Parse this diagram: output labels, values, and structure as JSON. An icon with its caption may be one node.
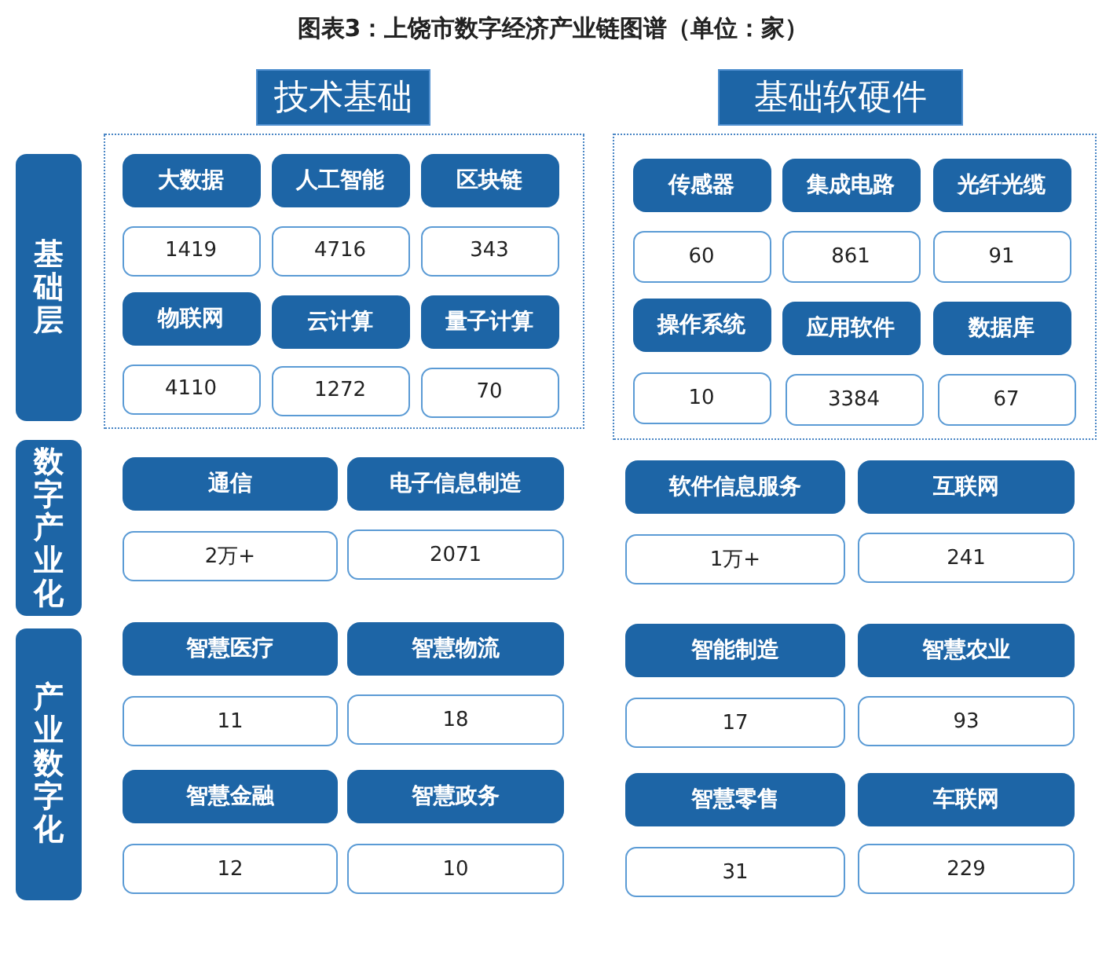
{
  "diagram": {
    "title": "图表3：上饶市数字经济产业链图谱（单位：家）",
    "nodes": [
      {
        "text": [
          "技术基础"
        ]
      },
      {
        "text": [
          "基础软硬件"
        ]
      },
      {
        "text": [
          "基础层"
        ]
      },
      {
        "text": [],
        "shape": "box"
      },
      {
        "text": [
          "大数据"
        ],
        "in": 3
      },
      {
        "text": [
          "人工智能"
        ],
        "in": 3
      },
      {
        "text": [
          "区块链"
        ],
        "in": 3
      },
      {
        "text": [
          "1419"
        ],
        "in": 3
      },
      {
        "text": [
          "4716"
        ],
        "in": 3
      },
      {
        "text": [
          "343"
        ],
        "in": 3
      },
      {
        "text": [
          "物联网"
        ],
        "in": 3
      },
      {
        "text": [
          "云计算"
        ],
        "in": 3
      },
      {
        "text": [
          "量子计算"
        ],
        "in": 3
      },
      {
        "text": [
          "4110"
        ],
        "in": 3
      },
      {
        "text": [
          "1272"
        ],
        "in": 3
      },
      {
        "text": [
          "70"
        ],
        "in": 3
      },
      {
        "text": [],
        "shape": "box"
      },
      {
        "text": [
          "传感器"
        ],
        "in": 16
      },
      {
        "text": [
          "集成电路"
        ],
        "in": 16
      },
      {
        "text": [
          "光纤光缆"
        ],
        "in": 16
      },
      {
        "text": [
          "60"
        ],
        "in": 16
      },
      {
        "text": [
          "861"
        ],
        "in": 16
      },
      {
        "text": [
          "91"
        ],
        "in": 16
      },
      {
        "text": [
          "操作系统"
        ],
        "in": 16
      },
      {
        "text": [
          "应用软件"
        ],
        "in": 16
      },
      {
        "text": [
          "数据库"
        ],
        "in": 16
      },
      {
        "text": [
          "10"
        ],
        "in": 16
      },
      {
        "text": [
          "3384"
        ],
        "in": 16
      },
      {
        "text": [
          "67"
        ],
        "in": 16
      },
      {
        "text": [
          "数字产业化"
        ]
      },
      {
        "text": [
          "通信"
        ]
      },
      {
        "text": [
          "电子信息制造"
        ]
      },
      {
        "text": [
          "软件信息服务"
        ]
      },
      {
        "text": [
          "互联网"
        ]
      },
      {
        "text": [
          "2万+"
        ]
      },
      {
        "text": [
          "2071"
        ]
      },
      {
        "text": [
          "1万+"
        ]
      },
      {
        "text": [
          "241"
        ]
      },
      {
        "text": [
          "产业数字化"
        ]
      },
      {
        "text": [
          "智慧医疗"
        ]
      },
      {
        "text": [
          "智慧物流"
        ]
      },
      {
        "text": [
          "智能制造"
        ]
      },
      {
        "text": [
          "智慧农业"
        ]
      },
      {
        "text": [
          "11"
        ]
      },
      {
        "text": [
          "18"
        ]
      },
      {
        "text": [
          "17"
        ]
      },
      {
        "text": [
          "93"
        ]
      },
      {
        "text": [
          "智慧金融"
        ]
      },
      {
        "text": [
          "智慧政务"
        ]
      },
      {
        "text": [
          "智慧零售"
        ]
      },
      {
        "text": [
          "车联网"
        ]
      },
      {
        "text": [
          "12"
        ]
      },
      {
        "text": [
          "10"
        ]
      },
      {
        "text": [
          "31"
        ]
      },
      {
        "text": [
          "229"
        ]
      }
    ],
    "edges": []
  }
}
